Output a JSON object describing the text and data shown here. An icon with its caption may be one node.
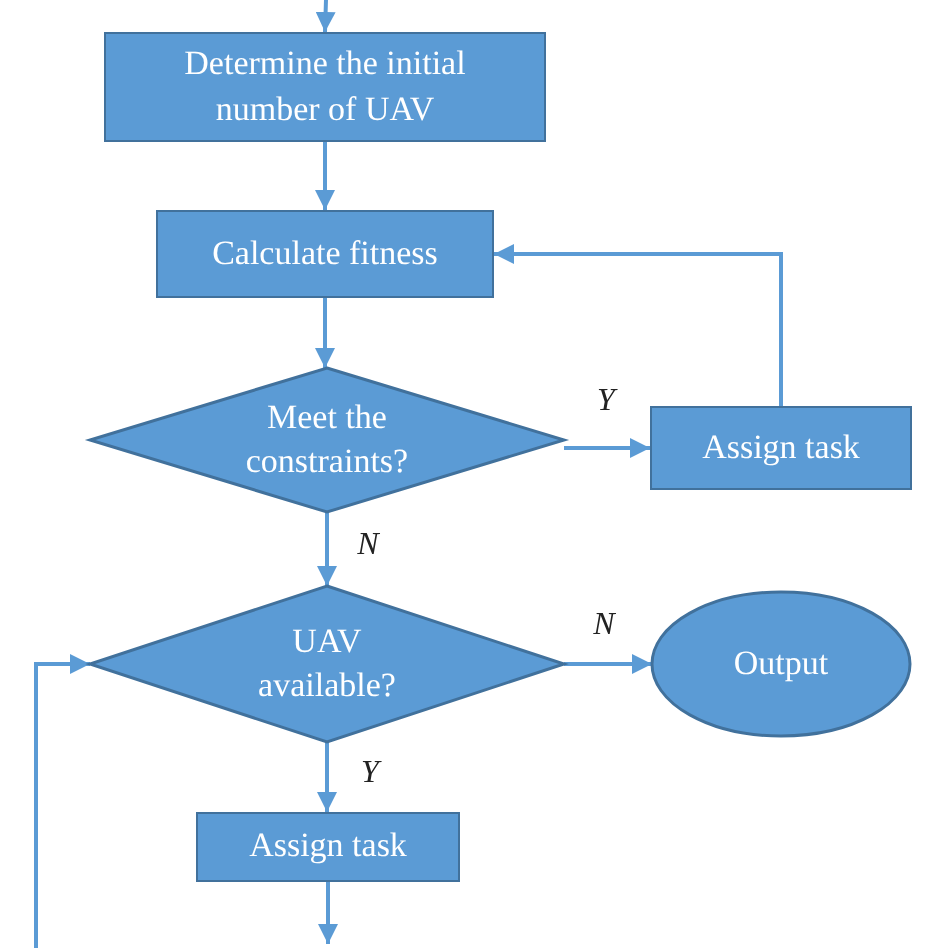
{
  "diagram": {
    "nodes": [
      {
        "text": [
          "Determine the initial number of UAV"
        ]
      },
      {
        "text": [
          "Calculate fitness"
        ]
      },
      {
        "text": [
          "Meet the constraints?"
        ]
      },
      {
        "text": [
          "Assign task"
        ]
      },
      {
        "text": [
          "UAV available?"
        ]
      },
      {
        "text": [
          "Output"
        ]
      },
      {
        "text": [
          "Assign task"
        ]
      }
    ],
    "edges": [
      {
        "from": null,
        "to": 0,
        "arrow": "to"
      },
      {
        "from": 0,
        "to": 1,
        "arrow": "to"
      },
      {
        "from": 1,
        "to": 2,
        "arrow": "to"
      },
      {
        "from": 2,
        "to": 3,
        "arrow": "to",
        "label": "Y"
      },
      {
        "from": 3,
        "to": 1,
        "arrow": "to"
      },
      {
        "from": 2,
        "to": 4,
        "arrow": "to",
        "label": "N"
      },
      {
        "from": 4,
        "to": 5,
        "arrow": "to",
        "label": "N"
      },
      {
        "from": 4,
        "to": 6,
        "arrow": "to",
        "label": "Y"
      },
      {
        "from": 6,
        "to": null,
        "arrow": "to"
      },
      {
        "from": null,
        "to": 4,
        "arrow": "to"
      }
    ]
  }
}
